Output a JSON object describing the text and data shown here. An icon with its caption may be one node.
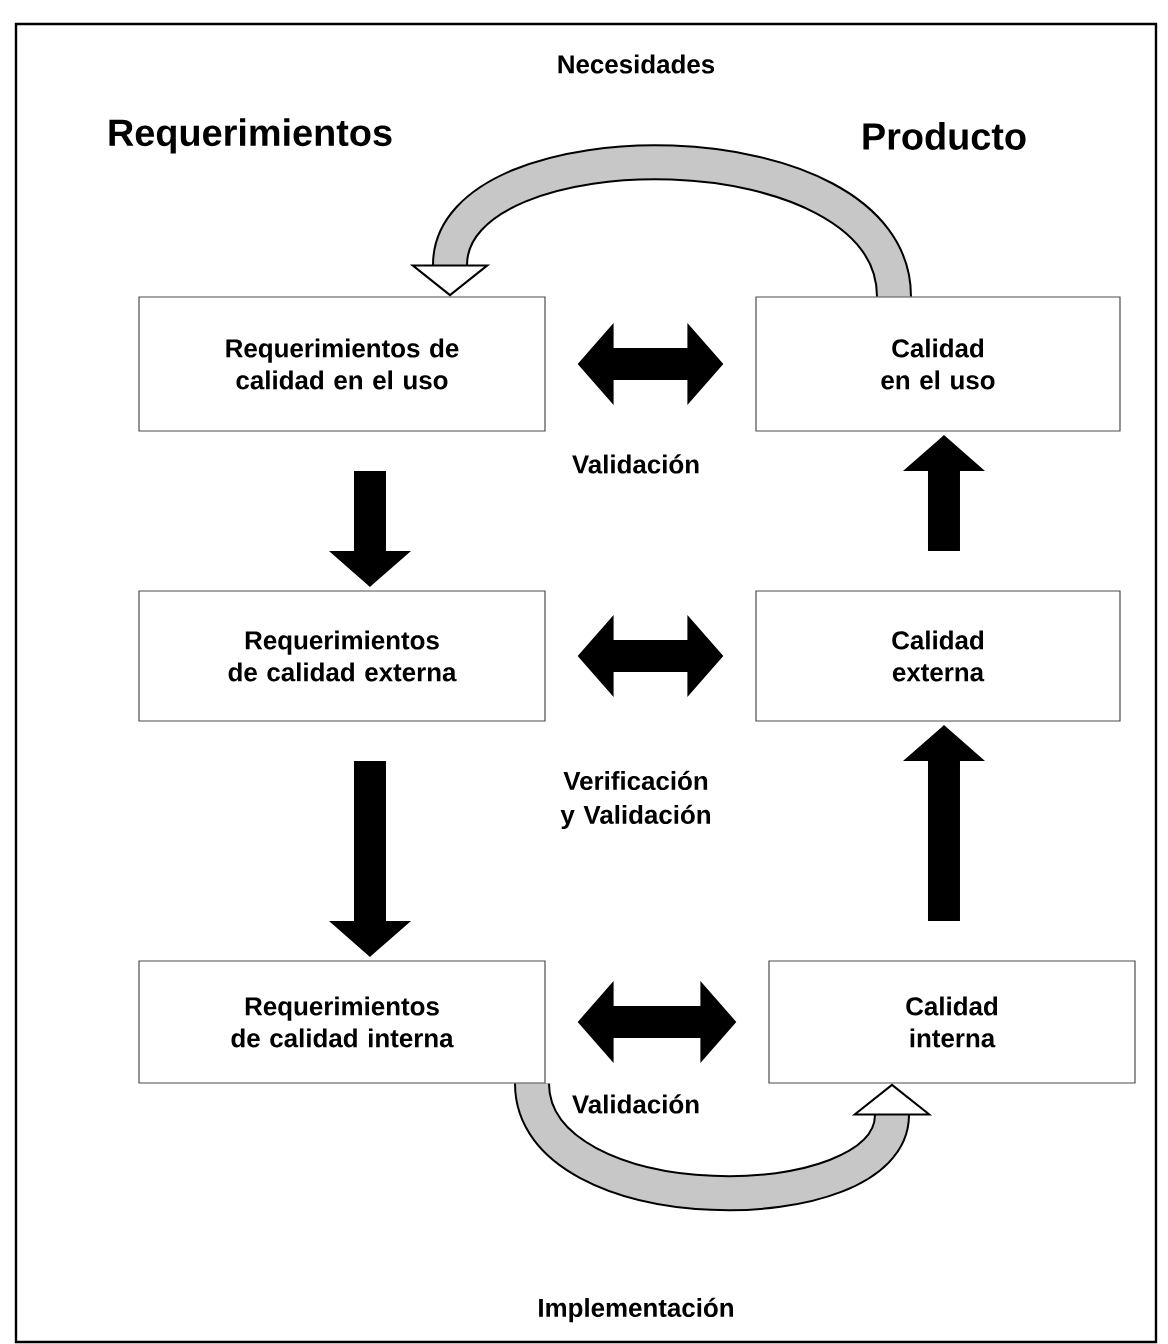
{
  "diagram": {
    "nodes": [
      {
        "text": [
          "Requerimientos de calidad en el uso"
        ]
      },
      {
        "text": [
          "Calidad en el uso"
        ]
      },
      {
        "text": [
          "Requerimientos de calidad externa"
        ]
      },
      {
        "text": [
          "Calidad externa"
        ]
      },
      {
        "text": [
          "Requerimientos de calidad interna"
        ]
      },
      {
        "text": [
          "Calidad interna"
        ]
      }
    ],
    "edges": [
      {
        "from": 1,
        "to": 0,
        "arrow": "to",
        "label": "Necesidades"
      },
      {
        "from": 0,
        "to": 1,
        "arrow": "both",
        "label": "Validación"
      },
      {
        "from": 0,
        "to": 2,
        "arrow": "to"
      },
      {
        "from": 2,
        "to": 3,
        "arrow": "both",
        "label": "Verificación y Validación"
      },
      {
        "from": 3,
        "to": 1,
        "arrow": "to"
      },
      {
        "from": 2,
        "to": 4,
        "arrow": "to"
      },
      {
        "from": 5,
        "to": 3,
        "arrow": "to"
      },
      {
        "from": 4,
        "to": 5,
        "arrow": "both",
        "label": "Validación"
      },
      {
        "from": 4,
        "to": 5,
        "arrow": "to",
        "label": "Implementación"
      }
    ],
    "labels": [
      "Requerimientos",
      "Producto"
    ]
  }
}
